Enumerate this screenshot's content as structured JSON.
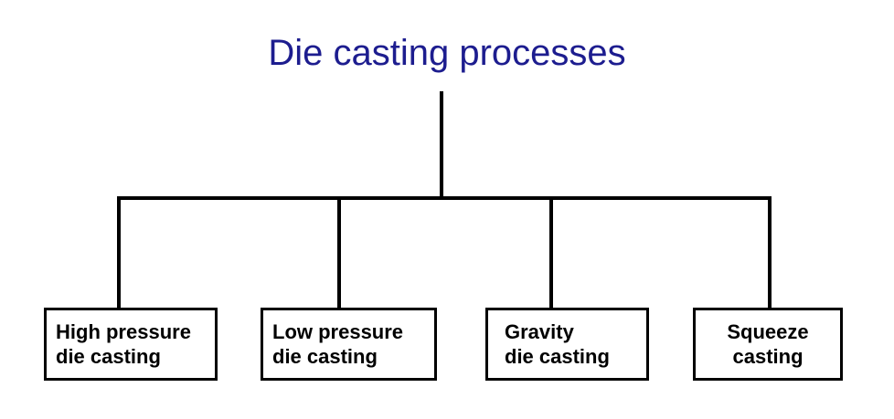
{
  "diagram": {
    "type": "tree-hierarchy",
    "title": "Die casting processes",
    "title_color": "#1d1d8f",
    "line_color": "#000000",
    "box_border_color": "#000000",
    "background_color": "#ffffff",
    "nodes": [
      {
        "id": "high-pressure-die-casting",
        "label": "High pressure\ndie casting",
        "line1": "High pressure",
        "line2": "die casting",
        "align": "left"
      },
      {
        "id": "low-pressure-die-casting",
        "label": "Low pressure\ndie casting",
        "line1": "Low pressure",
        "line2": "die casting",
        "align": "left"
      },
      {
        "id": "gravity-die-casting",
        "label": "Gravity\ndie casting",
        "line1": "Gravity",
        "line2": "die casting",
        "align": "left-wide"
      },
      {
        "id": "squeeze-casting",
        "label": "Squeeze\ncasting",
        "line1": "Squeeze",
        "line2": "casting",
        "align": "center"
      }
    ]
  }
}
